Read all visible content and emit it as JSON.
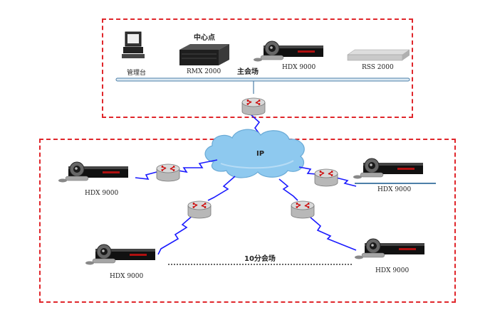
{
  "central": {
    "title": "中心点",
    "main_venue": "主会场",
    "console_label": "管理台",
    "rmx_label": "RMX 2000",
    "hdx_label": "HDX 9000",
    "rss_label": "RSS 2000"
  },
  "network": {
    "cloud_label": "IP"
  },
  "remote": {
    "hdx_top_left": "HDX 9000",
    "hdx_top_right": "HDX 9000",
    "hdx_bottom_left": "HDX 9000",
    "hdx_bottom_right": "HDX 9000",
    "branch_label": "10分会场"
  },
  "colors": {
    "frame": "#e0262b",
    "link": "#1a1aff",
    "cloud": "#8ec9ef",
    "router": "#cccccc",
    "router_arrows": "#cc1111"
  }
}
